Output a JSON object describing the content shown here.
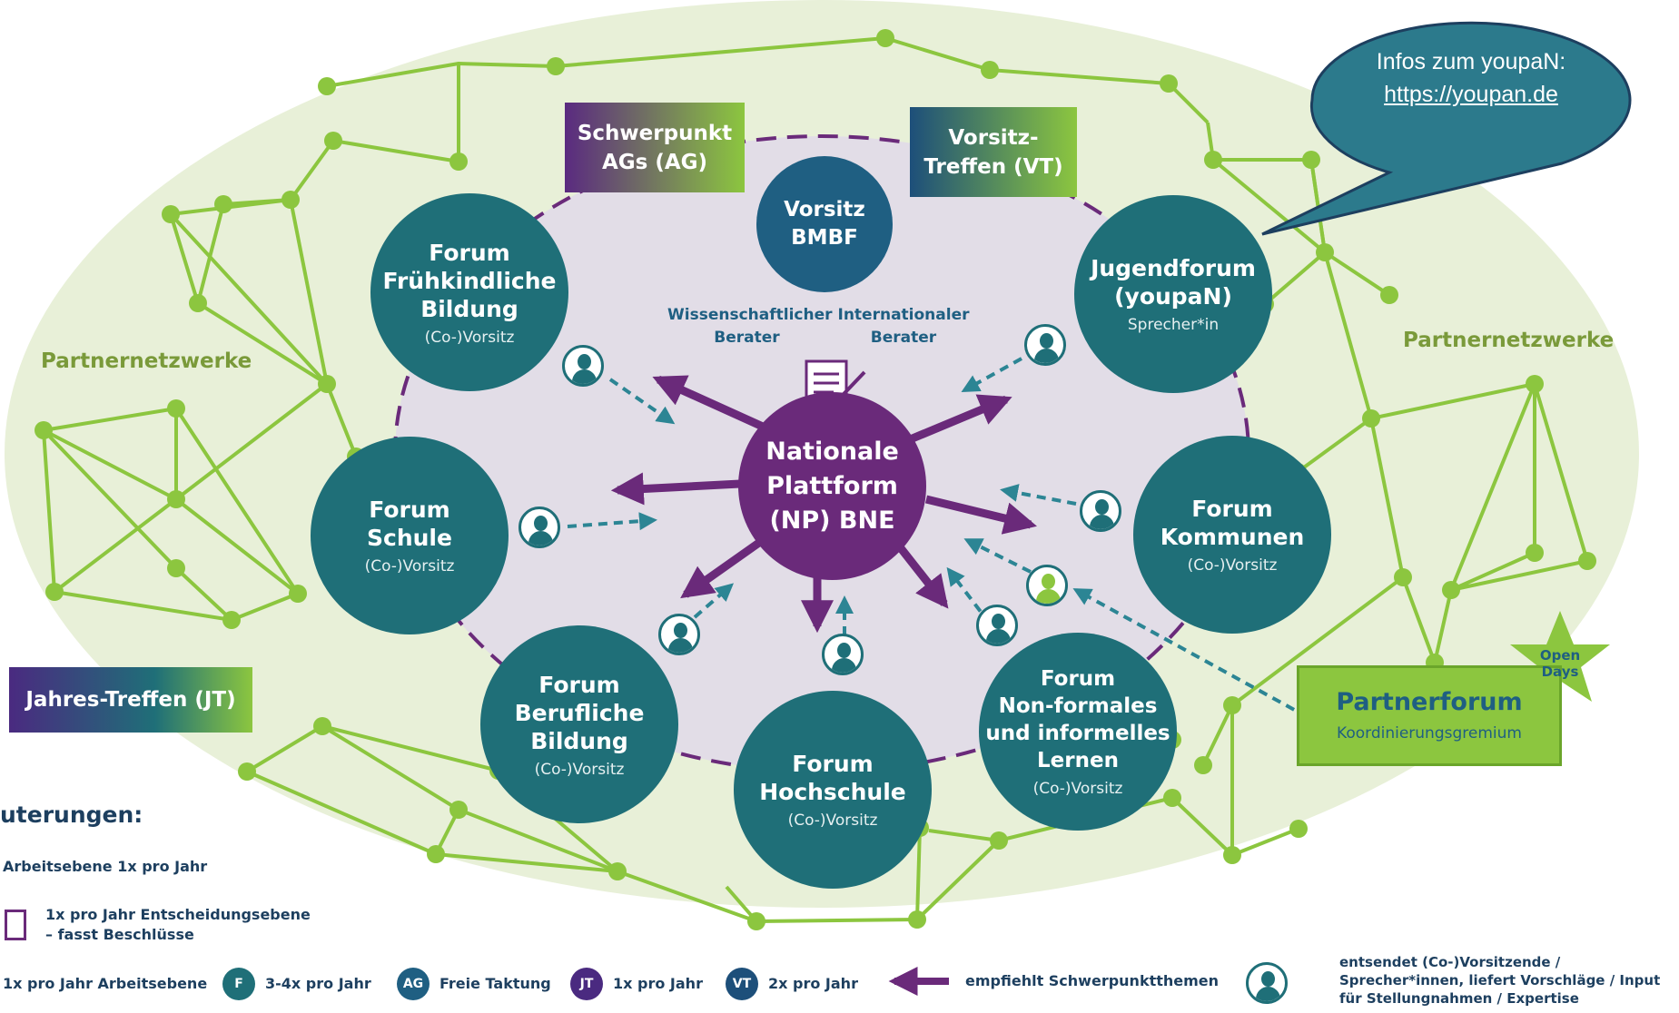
{
  "callout": {
    "line1": "Infos zum youpaN:",
    "link": "https://youpan.de"
  },
  "partner_left": "Partnernetzwerke",
  "partner_right": "Partnernetzwerke",
  "boxes": {
    "ag": "Schwerpunkt\nAGs (AG)",
    "vt": "Vorsitz-\nTreffen (VT)",
    "jt": "Jahres-Treffen (JT)"
  },
  "vorsitz": {
    "title": "Vorsitz\nBMBF"
  },
  "berater": {
    "wiss": "Wissenschaftlicher\nBerater",
    "intl": "Internationaler\nBerater"
  },
  "center": "Nationale\nPlattform\n(NP) BNE",
  "forums": [
    {
      "title": "Forum\nFrühkindliche\nBildung",
      "sub": "(Co-)Vorsitz"
    },
    {
      "title": "Jugendforum\n(youpaN)",
      "sub": "Sprecher*in"
    },
    {
      "title": "Forum\nSchule",
      "sub": "(Co-)Vorsitz"
    },
    {
      "title": "Forum\nKommunen",
      "sub": "(Co-)Vorsitz"
    },
    {
      "title": "Forum\nBerufliche\nBildung",
      "sub": "(Co-)Vorsitz"
    },
    {
      "title": "Forum\nHochschule",
      "sub": "(Co-)Vorsitz"
    },
    {
      "title": "Forum\nNon-formales\nund informelles\nLernen",
      "sub": "(Co-)Vorsitz"
    }
  ],
  "partnerforum": {
    "title": "Partnerforum",
    "sub": "Koordinierungsgremium"
  },
  "star": "Open\nDays",
  "legend": {
    "heading": "uterungen:",
    "row1": "Arbeitsebene 1x pro Jahr",
    "row2a": "1x pro Jahr Entscheidungsebene",
    "row2b": "– fasst Beschlüsse",
    "items": [
      {
        "text": "1x pro Jahr Arbeitsebene"
      },
      {
        "badge": "F",
        "text": "3-4x pro Jahr"
      },
      {
        "badge": "AG",
        "text": "Freie Taktung"
      },
      {
        "badge": "JT",
        "text": "1x pro Jahr"
      },
      {
        "badge": "VT",
        "text": "2x pro Jahr"
      }
    ],
    "arrow_text": "empfiehlt Schwerpunktthemen",
    "send_text": "entsendet (Co-)Vorsitzende /\nSprecher*innen, liefert Vorschläge / Input\nfür Stellungnahmen / Expertise"
  },
  "colors": {
    "teal": "#1f6f78",
    "purple": "#6a2a7a",
    "green": "#8cc63f",
    "navy": "#1d3f5f",
    "callout": "#2c7a8c"
  }
}
